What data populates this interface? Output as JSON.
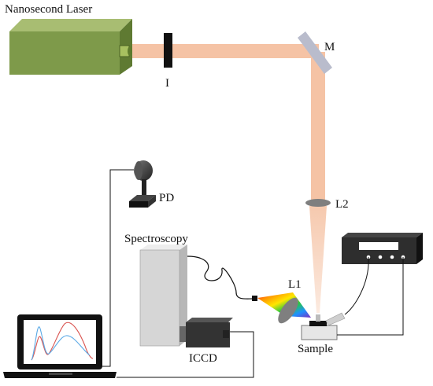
{
  "labels": {
    "laser": "Nanosecond Laser",
    "iris": "I",
    "mirror": "M",
    "lens2": "L2",
    "lens1": "L1",
    "photodiode": "PD",
    "spectrometer": "Spectroscopy",
    "iccd": "ICCD",
    "sample": "Sample"
  },
  "colors": {
    "beam": "#f5c3a5",
    "laser_body": "#7e9a4a",
    "mirror": "#b9bccc",
    "lens": "#7f7f7f",
    "spectrometer_body": "#d6d6d6",
    "iccd_body": "#333333",
    "plot_red": "#d9534f",
    "plot_blue": "#5aa9e6"
  }
}
